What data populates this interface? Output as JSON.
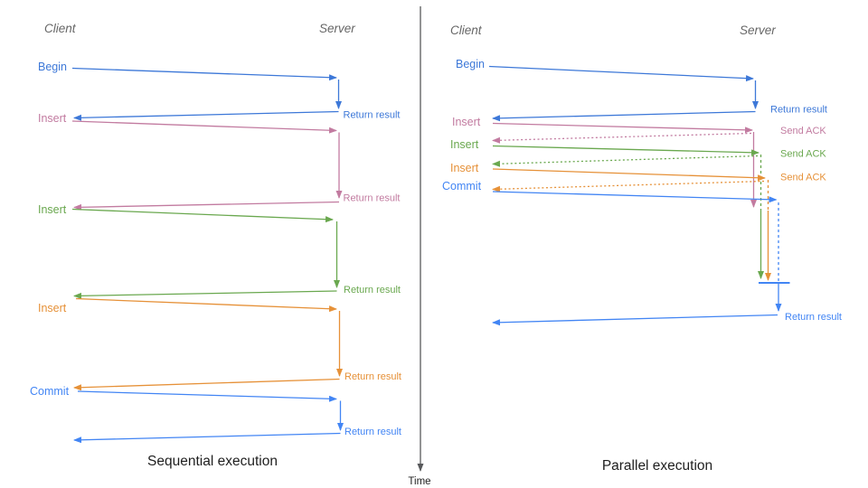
{
  "palette": {
    "blue": "#4285f4",
    "blue_dark": "#3d78d8",
    "pink": "#c27ba0",
    "green": "#6aa84f",
    "orange": "#e69138",
    "header_gray": "#666666",
    "axis_gray": "#58595b",
    "title_color": "#1f1f1f"
  },
  "time_axis": {
    "label": "Time"
  },
  "sequential": {
    "title": "Sequential execution",
    "client": "Client",
    "server": "Server",
    "ops": [
      {
        "label": "Begin",
        "return": "Return result"
      },
      {
        "label": "Insert",
        "return": "Return result"
      },
      {
        "label": "Insert",
        "return": "Return result"
      },
      {
        "label": "Insert",
        "return": "Return result"
      },
      {
        "label": "Commit",
        "return": "Return result"
      }
    ]
  },
  "parallel": {
    "title": "Parallel execution",
    "client": "Client",
    "server": "Server",
    "ops": [
      {
        "label": "Begin",
        "response": "Return result"
      },
      {
        "label": "Insert",
        "response": "Send ACK"
      },
      {
        "label": "Insert",
        "response": "Send ACK"
      },
      {
        "label": "Insert",
        "response": "Send ACK"
      },
      {
        "label": "Commit",
        "response": ""
      }
    ],
    "final_return": "Return result"
  }
}
